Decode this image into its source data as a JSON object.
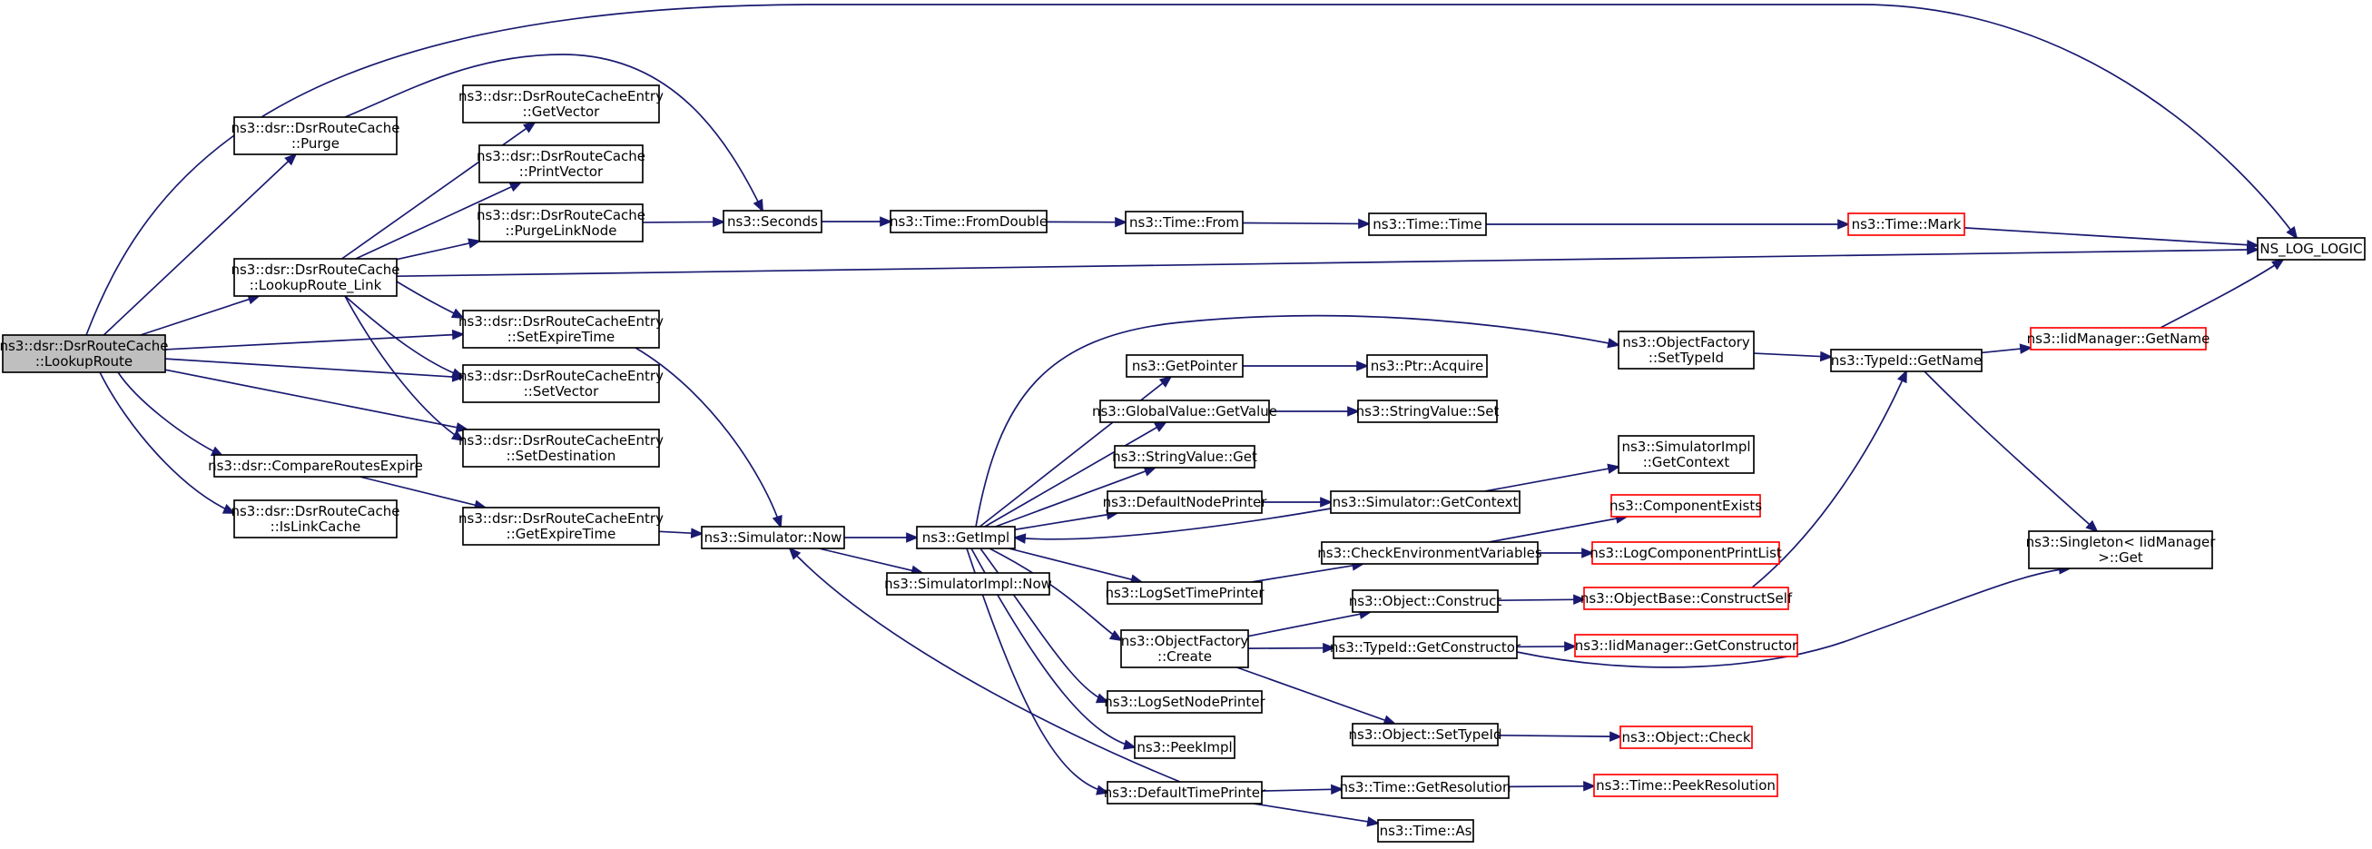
{
  "style": {
    "edge_color": "#191970",
    "node_border": "#000000",
    "external_border": "#ff0000",
    "focus_fill": "#bfbfbf",
    "node_fill": "#ffffff"
  },
  "nodes": [
    {
      "id": "lookuproute",
      "lines": [
        "ns3::dsr::DsrRouteCache",
        "::LookupRoute"
      ],
      "kind": "focus"
    },
    {
      "id": "purge",
      "lines": [
        "ns3::dsr::DsrRouteCache",
        "::Purge"
      ],
      "kind": "normal"
    },
    {
      "id": "lookuproute_link",
      "lines": [
        "ns3::dsr::DsrRouteCache",
        "::LookupRoute_Link"
      ],
      "kind": "normal"
    },
    {
      "id": "compareroutesexpire",
      "lines": [
        "ns3::dsr::CompareRoutesExpire"
      ],
      "kind": "normal"
    },
    {
      "id": "islinkcache",
      "lines": [
        "ns3::dsr::DsrRouteCache",
        "::IsLinkCache"
      ],
      "kind": "normal"
    },
    {
      "id": "getvector",
      "lines": [
        "ns3::dsr::DsrRouteCacheEntry",
        "::GetVector"
      ],
      "kind": "normal"
    },
    {
      "id": "printvector",
      "lines": [
        "ns3::dsr::DsrRouteCache",
        "::PrintVector"
      ],
      "kind": "normal"
    },
    {
      "id": "purgelinknode",
      "lines": [
        "ns3::dsr::DsrRouteCache",
        "::PurgeLinkNode"
      ],
      "kind": "normal"
    },
    {
      "id": "setexpiretime",
      "lines": [
        "ns3::dsr::DsrRouteCacheEntry",
        "::SetExpireTime"
      ],
      "kind": "normal"
    },
    {
      "id": "setvector",
      "lines": [
        "ns3::dsr::DsrRouteCacheEntry",
        "::SetVector"
      ],
      "kind": "normal"
    },
    {
      "id": "setdestination",
      "lines": [
        "ns3::dsr::DsrRouteCacheEntry",
        "::SetDestination"
      ],
      "kind": "normal"
    },
    {
      "id": "getexpiretime",
      "lines": [
        "ns3::dsr::DsrRouteCacheEntry",
        "::GetExpireTime"
      ],
      "kind": "normal"
    },
    {
      "id": "seconds",
      "lines": [
        "ns3::Seconds"
      ],
      "kind": "normal"
    },
    {
      "id": "simnow",
      "lines": [
        "ns3::Simulator::Now"
      ],
      "kind": "normal"
    },
    {
      "id": "fromdouble",
      "lines": [
        "ns3::Time::FromDouble"
      ],
      "kind": "normal"
    },
    {
      "id": "timefrom",
      "lines": [
        "ns3::Time::From"
      ],
      "kind": "normal"
    },
    {
      "id": "timetime",
      "lines": [
        "ns3::Time::Time"
      ],
      "kind": "normal"
    },
    {
      "id": "timemark",
      "lines": [
        "ns3::Time::Mark"
      ],
      "kind": "external"
    },
    {
      "id": "nslog",
      "lines": [
        "NS_LOG_LOGIC"
      ],
      "kind": "normal"
    },
    {
      "id": "getimpl",
      "lines": [
        "ns3::GetImpl"
      ],
      "kind": "normal"
    },
    {
      "id": "simimplnow",
      "lines": [
        "ns3::SimulatorImpl::Now"
      ],
      "kind": "normal"
    },
    {
      "id": "getpointer",
      "lines": [
        "ns3::GetPointer"
      ],
      "kind": "normal"
    },
    {
      "id": "ptracquire",
      "lines": [
        "ns3::Ptr::Acquire"
      ],
      "kind": "normal"
    },
    {
      "id": "gvget",
      "lines": [
        "ns3::GlobalValue::GetValue"
      ],
      "kind": "normal"
    },
    {
      "id": "svset",
      "lines": [
        "ns3::StringValue::Set"
      ],
      "kind": "normal"
    },
    {
      "id": "svget",
      "lines": [
        "ns3::StringValue::Get"
      ],
      "kind": "normal"
    },
    {
      "id": "defnodeprinter",
      "lines": [
        "ns3::DefaultNodePrinter"
      ],
      "kind": "normal"
    },
    {
      "id": "simgetcontext",
      "lines": [
        "ns3::Simulator::GetContext"
      ],
      "kind": "normal"
    },
    {
      "id": "simimplgetcontext",
      "lines": [
        "ns3::SimulatorImpl",
        "::GetContext"
      ],
      "kind": "normal"
    },
    {
      "id": "ofsettypeid",
      "lines": [
        "ns3::ObjectFactory",
        "::SetTypeId"
      ],
      "kind": "normal"
    },
    {
      "id": "typeidgetname",
      "lines": [
        "ns3::TypeId::GetName"
      ],
      "kind": "normal"
    },
    {
      "id": "iidgetname",
      "lines": [
        "ns3::IidManager::GetName"
      ],
      "kind": "external"
    },
    {
      "id": "singletonget",
      "lines": [
        "ns3::Singleton< IidManager",
        " >::Get"
      ],
      "kind": "normal"
    },
    {
      "id": "logsettimeprinter",
      "lines": [
        "ns3::LogSetTimePrinter"
      ],
      "kind": "normal"
    },
    {
      "id": "checkenv",
      "lines": [
        "ns3::CheckEnvironmentVariables"
      ],
      "kind": "normal"
    },
    {
      "id": "compexists",
      "lines": [
        "ns3::ComponentExists"
      ],
      "kind": "external"
    },
    {
      "id": "logcompprint",
      "lines": [
        "ns3::LogComponentPrintList"
      ],
      "kind": "external"
    },
    {
      "id": "ofcreate",
      "lines": [
        "ns3::ObjectFactory",
        "::Create"
      ],
      "kind": "normal"
    },
    {
      "id": "objconstruct",
      "lines": [
        "ns3::Object::Construct"
      ],
      "kind": "normal"
    },
    {
      "id": "objbaseconstruct",
      "lines": [
        "ns3::ObjectBase::ConstructSelf"
      ],
      "kind": "external"
    },
    {
      "id": "typeidgetctor",
      "lines": [
        "ns3::TypeId::GetConstructor"
      ],
      "kind": "normal"
    },
    {
      "id": "iidgetctor",
      "lines": [
        "ns3::IidManager::GetConstructor"
      ],
      "kind": "external"
    },
    {
      "id": "logsetnodeprinter",
      "lines": [
        "ns3::LogSetNodePrinter"
      ],
      "kind": "normal"
    },
    {
      "id": "peekimpl",
      "lines": [
        "ns3::PeekImpl"
      ],
      "kind": "normal"
    },
    {
      "id": "objsettypeid",
      "lines": [
        "ns3::Object::SetTypeId"
      ],
      "kind": "normal"
    },
    {
      "id": "objcheck",
      "lines": [
        "ns3::Object::Check"
      ],
      "kind": "external"
    },
    {
      "id": "deftimeprinter",
      "lines": [
        "ns3::DefaultTimePrinter"
      ],
      "kind": "normal"
    },
    {
      "id": "timegetres",
      "lines": [
        "ns3::Time::GetResolution"
      ],
      "kind": "normal"
    },
    {
      "id": "timepeekres",
      "lines": [
        "ns3::Time::PeekResolution"
      ],
      "kind": "external"
    },
    {
      "id": "timeas",
      "lines": [
        "ns3::Time::As"
      ],
      "kind": "normal"
    }
  ],
  "edges": [
    [
      "lookuproute",
      "nslog"
    ],
    [
      "lookuproute",
      "purge"
    ],
    [
      "lookuproute",
      "lookuproute_link"
    ],
    [
      "lookuproute",
      "setexpiretime"
    ],
    [
      "lookuproute",
      "setvector"
    ],
    [
      "lookuproute",
      "setdestination"
    ],
    [
      "lookuproute",
      "compareroutesexpire"
    ],
    [
      "lookuproute",
      "islinkcache"
    ],
    [
      "purge",
      "seconds"
    ],
    [
      "lookuproute_link",
      "getvector"
    ],
    [
      "lookuproute_link",
      "printvector"
    ],
    [
      "lookuproute_link",
      "purgelinknode"
    ],
    [
      "lookuproute_link",
      "nslog"
    ],
    [
      "lookuproute_link",
      "setexpiretime"
    ],
    [
      "lookuproute_link",
      "setvector"
    ],
    [
      "lookuproute_link",
      "setdestination"
    ],
    [
      "purgelinknode",
      "seconds"
    ],
    [
      "setexpiretime",
      "simnow"
    ],
    [
      "compareroutesexpire",
      "getexpiretime"
    ],
    [
      "getexpiretime",
      "simnow"
    ],
    [
      "seconds",
      "fromdouble"
    ],
    [
      "fromdouble",
      "timefrom"
    ],
    [
      "timefrom",
      "timetime"
    ],
    [
      "timetime",
      "timemark"
    ],
    [
      "timemark",
      "nslog"
    ],
    [
      "simnow",
      "getimpl"
    ],
    [
      "simnow",
      "simimplnow"
    ],
    [
      "getimpl",
      "getpointer"
    ],
    [
      "getimpl",
      "gvget"
    ],
    [
      "getimpl",
      "svget"
    ],
    [
      "getimpl",
      "defnodeprinter"
    ],
    [
      "getimpl",
      "ofsettypeid"
    ],
    [
      "getimpl",
      "logsettimeprinter"
    ],
    [
      "getimpl",
      "ofcreate"
    ],
    [
      "getimpl",
      "logsetnodeprinter"
    ],
    [
      "getimpl",
      "peekimpl"
    ],
    [
      "getimpl",
      "deftimeprinter"
    ],
    [
      "getpointer",
      "ptracquire"
    ],
    [
      "gvget",
      "svset"
    ],
    [
      "defnodeprinter",
      "simgetcontext"
    ],
    [
      "simgetcontext",
      "getimpl"
    ],
    [
      "simgetcontext",
      "simimplgetcontext"
    ],
    [
      "ofsettypeid",
      "typeidgetname"
    ],
    [
      "typeidgetname",
      "iidgetname"
    ],
    [
      "typeidgetname",
      "singletonget"
    ],
    [
      "iidgetname",
      "nslog"
    ],
    [
      "logsettimeprinter",
      "checkenv"
    ],
    [
      "checkenv",
      "compexists"
    ],
    [
      "checkenv",
      "logcompprint"
    ],
    [
      "ofcreate",
      "objconstruct"
    ],
    [
      "ofcreate",
      "typeidgetctor"
    ],
    [
      "ofcreate",
      "objsettypeid"
    ],
    [
      "objconstruct",
      "objbaseconstruct"
    ],
    [
      "objbaseconstruct",
      "typeidgetname"
    ],
    [
      "typeidgetctor",
      "iidgetctor"
    ],
    [
      "typeidgetctor",
      "singletonget"
    ],
    [
      "objsettypeid",
      "objcheck"
    ],
    [
      "deftimeprinter",
      "simnow"
    ],
    [
      "deftimeprinter",
      "timegetres"
    ],
    [
      "deftimeprinter",
      "timeas"
    ],
    [
      "timegetres",
      "timepeekres"
    ]
  ]
}
